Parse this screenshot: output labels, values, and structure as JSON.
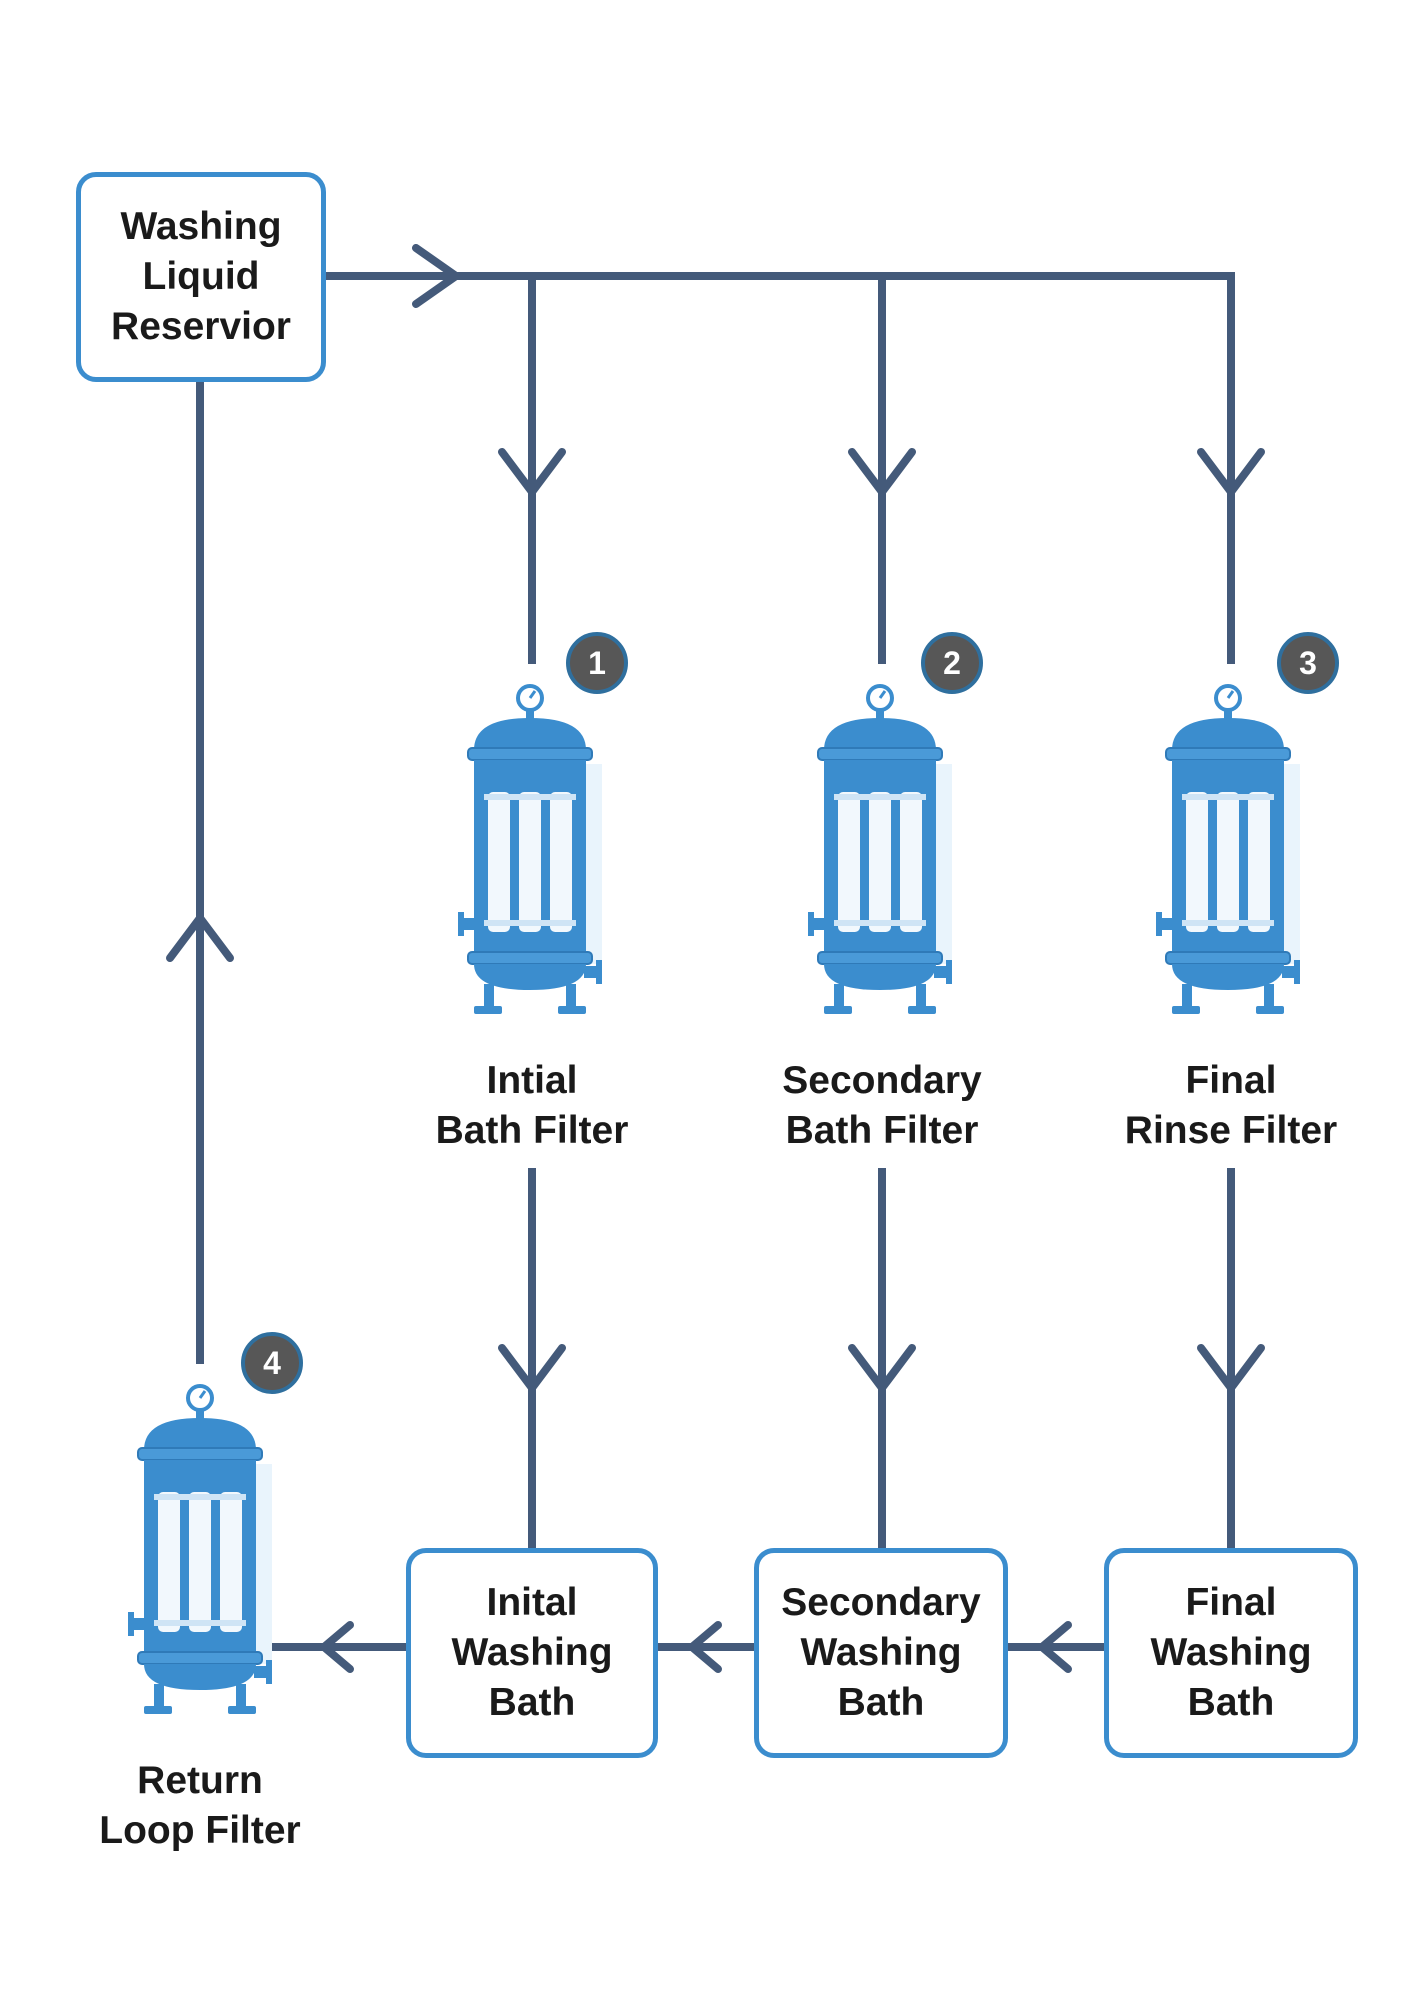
{
  "reservoir": {
    "lines": [
      "Washing",
      "Liquid",
      "Reservior"
    ]
  },
  "filters": [
    {
      "id": "initial-bath-filter",
      "lines": [
        "Intial",
        "Bath Filter"
      ],
      "badge": "1"
    },
    {
      "id": "secondary-bath-filter",
      "lines": [
        "Secondary",
        "Bath Filter"
      ],
      "badge": "2"
    },
    {
      "id": "final-rinse-filter",
      "lines": [
        "Final",
        "Rinse Filter"
      ],
      "badge": "3"
    },
    {
      "id": "return-loop-filter",
      "lines": [
        "Return",
        "Loop Filter"
      ],
      "badge": "4"
    }
  ],
  "baths": [
    {
      "id": "initial-washing-bath",
      "lines": [
        "Inital",
        "Washing",
        "Bath"
      ]
    },
    {
      "id": "secondary-washing-bath",
      "lines": [
        "Secondary",
        "Washing",
        "Bath"
      ]
    },
    {
      "id": "final-washing-bath",
      "lines": [
        "Final",
        "Washing",
        "Bath"
      ]
    }
  ],
  "colors": {
    "pipe": "#445a7a",
    "box_border": "#3b8dce",
    "filter_body": "#3b8dce",
    "filter_light": "#e9f4fc",
    "badge_fill": "#575757",
    "badge_ring": "#2f6f9e"
  }
}
